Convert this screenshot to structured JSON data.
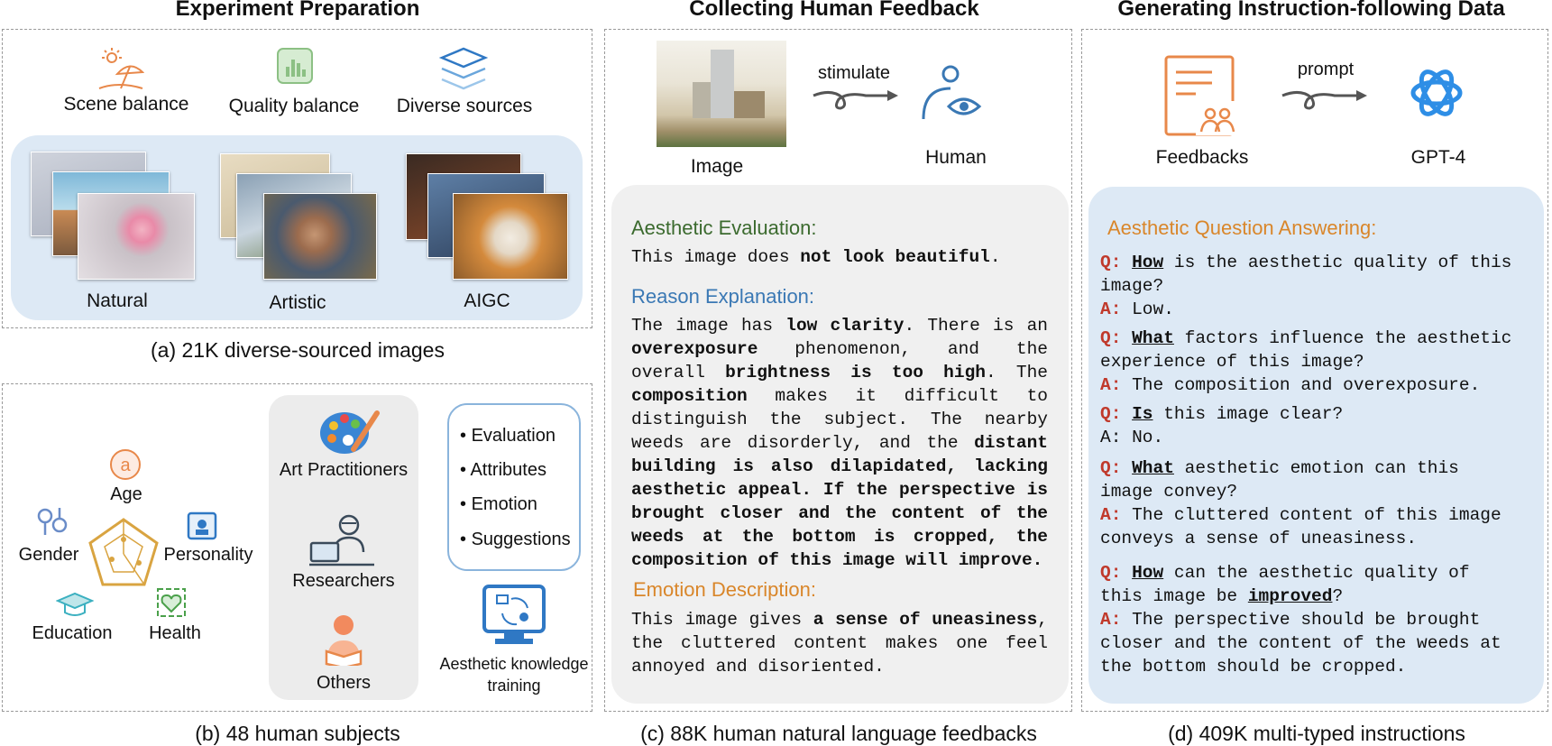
{
  "panel_a": {
    "title": "Experiment Preparation",
    "caption": "(a) 21K diverse-sourced images",
    "features": [
      "Scene balance",
      "Quality balance",
      "Diverse sources"
    ],
    "sources": [
      "Natural",
      "Artistic",
      "AIGC"
    ]
  },
  "panel_b": {
    "caption": "(b) 48 human subjects",
    "attributes": [
      "Age",
      "Gender",
      "Personality",
      "Education",
      "Health"
    ],
    "groups": [
      "Art Practitioners",
      "Researchers",
      "Others"
    ],
    "training_items": [
      "Evaluation",
      "Attributes",
      "Emotion",
      "Suggestions"
    ],
    "training_label_1": "Aesthetic knowledge",
    "training_label_2": "training"
  },
  "panel_c": {
    "title": "Collecting Human Feedback",
    "caption": "(c) 88K human natural language feedbacks",
    "image_label": "Image",
    "arrow_label": "stimulate",
    "human_label": "Human",
    "eval_heading": "Aesthetic Evaluation:",
    "eval_pre": "This image does ",
    "eval_bold": "not look beautiful",
    "eval_post": ".",
    "reason_heading": "Reason Explanation:",
    "reason": {
      "t1": "The image has ",
      "b1": "low clarity",
      "t2": ". There is an ",
      "b2": "overexposure",
      "t3": " phenomenon, and the overall ",
      "b3": "brightness is too high",
      "t4": ". The ",
      "b4": "composition",
      "t5": " makes it difficult to distinguish the subject. The nearby weeds are disorderly, and the ",
      "b5": "distant building is also dilapidated, lacking aesthetic appeal. If the perspective is brought closer and the content of the weeds at the bottom is cropped, the composition of this image will improve."
    },
    "emotion_heading": "Emotion Description:",
    "emotion_pre": "This image gives ",
    "emotion_bold": "a sense of uneasiness",
    "emotion_post": ", the cluttered content makes one feel annoyed and disoriented."
  },
  "panel_d": {
    "title": "Generating Instruction-following Data",
    "caption": "(d) 409K multi-typed instructions",
    "feedback_label": "Feedbacks",
    "arrow_label": "prompt",
    "model_label": "GPT-4",
    "heading": "Aesthetic Question Answering:",
    "q_prefix": "Q:",
    "a_prefix": "A:",
    "a_prefix_plain": "A:",
    "qa": [
      {
        "kw": "How",
        "q_rest": " is the aesthetic quality of this image?",
        "a": " Low."
      },
      {
        "kw": "What",
        "q_rest": " factors influence the aesthetic experience of this image?",
        "a": " The composition and overexposure."
      },
      {
        "kw": "Is",
        "q_rest": " this image clear?",
        "a": " No."
      },
      {
        "kw": "What",
        "q_rest": " aesthetic emotion can this image convey?",
        "a": " The cluttered content of this image conveys a sense of uneasiness."
      },
      {
        "kw": "How",
        "q_rest": " can the aesthetic quality of this image be ",
        "kw2": "improved",
        "q_end": "?",
        "a": " The perspective should be brought closer and the content of the weeds at the bottom should be cropped."
      }
    ]
  },
  "colors": {
    "blue_panel": "#dde9f5",
    "grey_panel": "#ececec",
    "orange": "#e8884a",
    "gold": "#d9a441",
    "blue_icon": "#2f78c4"
  }
}
